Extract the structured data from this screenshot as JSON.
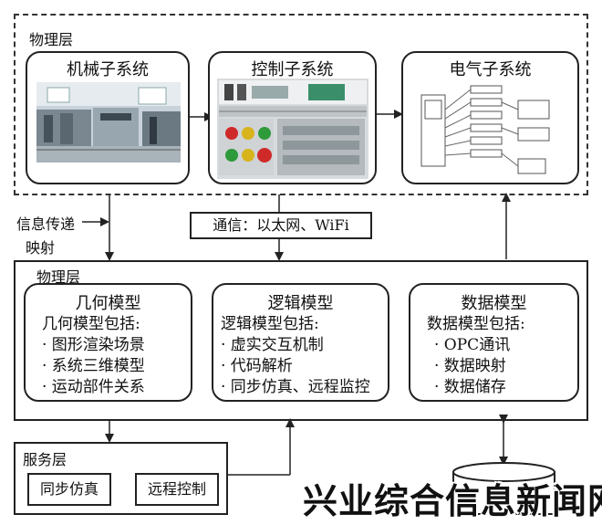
{
  "physical_top": {
    "label": "物理层",
    "subsystems": [
      {
        "title": "机械子系统"
      },
      {
        "title": "控制子系统"
      },
      {
        "title": "电气子系统"
      }
    ]
  },
  "left_labels": {
    "line1": "信息传递",
    "line2": "映射"
  },
  "comm": {
    "label": "通信：以太网、WiFi"
  },
  "physical_bottom": {
    "label": "物理层",
    "models": [
      {
        "title": "几何模型",
        "intro": "几何模型包括:",
        "items": [
          "· 图形渲染场景",
          "· 系统三维模型",
          "· 运动部件关系"
        ]
      },
      {
        "title": "逻辑模型",
        "intro": "逻辑模型包括:",
        "items": [
          "· 虚实交互机制",
          "· 代码解析",
          "· 同步仿真、远程监控"
        ]
      },
      {
        "title": "数据模型",
        "intro": "数据模型包括:",
        "items": [
          "· OPC通讯",
          "· 数据映射",
          "· 数据储存"
        ]
      }
    ]
  },
  "service": {
    "label": "服务层",
    "buttons": [
      "同步仿真",
      "远程控制"
    ]
  },
  "watermark": "兴业综合信息新闻网"
}
